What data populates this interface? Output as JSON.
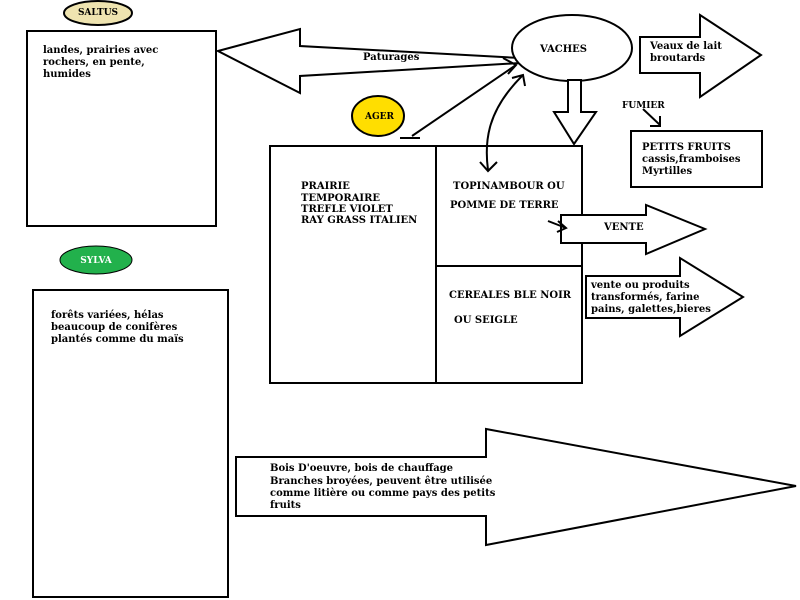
{
  "colors": {
    "saltus_fill": "#efe4b0",
    "ager_fill": "#ffde00",
    "sylva_fill": "#22b14c",
    "stroke": "#000000",
    "background": "#ffffff"
  },
  "saltus": {
    "badge": "SALTUS",
    "text": "landes, prairies avec rochers, en pente, humides"
  },
  "sylva": {
    "badge": "SYLVA",
    "text": "forêts variées, hélas beaucoup de conifères plantés comme du maïs"
  },
  "ager": {
    "badge": "AGER",
    "prairie": [
      "PRAIRIE",
      "TEMPORAIRE",
      "TREFLE VIOLET",
      "RAY GRASS ITALIEN"
    ],
    "topinambour": [
      "TOPINAMBOUR OU",
      "POMME DE TERRE"
    ],
    "cereales": [
      "CEREALES BLE NOIR",
      "OU SEIGLE"
    ]
  },
  "vaches": "VACHES",
  "paturages": "Paturages",
  "veaux": "Veaux de lait broutards",
  "fumier": "FUMIER",
  "petits_fruits": [
    "PETITS FRUITS",
    "cassis,framboises",
    "Myrtilles"
  ],
  "vente": "VENTE",
  "vente_produits": [
    "vente ou produits",
    "transformés, farine",
    "pains, galettes,bieres"
  ],
  "bois": [
    "Bois D'oeuvre, bois de chauffage",
    "Branches broyées, peuvent être utilisée",
    "comme litière ou comme pays des petits",
    "fruits"
  ]
}
